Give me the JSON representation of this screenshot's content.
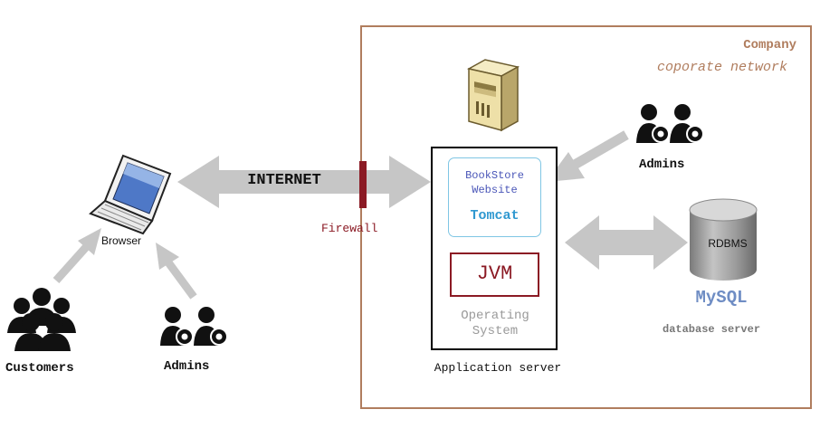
{
  "company": {
    "title": "Company",
    "subtitle": "coporate network"
  },
  "app_server": {
    "bookstore": "BookStore\nWebsite",
    "tomcat": "Tomcat",
    "jvm": "JVM",
    "os": "Operating\nSystem",
    "label": "Application server"
  },
  "internet": "INTERNET",
  "firewall": "Firewall",
  "browser": "Browser",
  "customers": "Customers",
  "admins_left": "Admins",
  "admins_right": "Admins",
  "database": {
    "rdbms": "RDBMS",
    "mysql": "MySQL",
    "label": "database server"
  },
  "icons": {
    "server_tower": "server-tower-icon",
    "laptop": "laptop-icon",
    "customers_group": "user-group-icon",
    "admin_pair": "admin-gear-icon",
    "database_cylinder": "database-cylinder-icon"
  },
  "colors": {
    "company_border": "#b07d5e",
    "firewall": "#8b1a24",
    "jvm": "#8b1a24",
    "tomcat": "#2f98d0",
    "tomcat_border": "#7fc6e4",
    "bookstore": "#4a56b8",
    "mysql": "#6f8dc4",
    "arrow": "#c6c6c6"
  }
}
